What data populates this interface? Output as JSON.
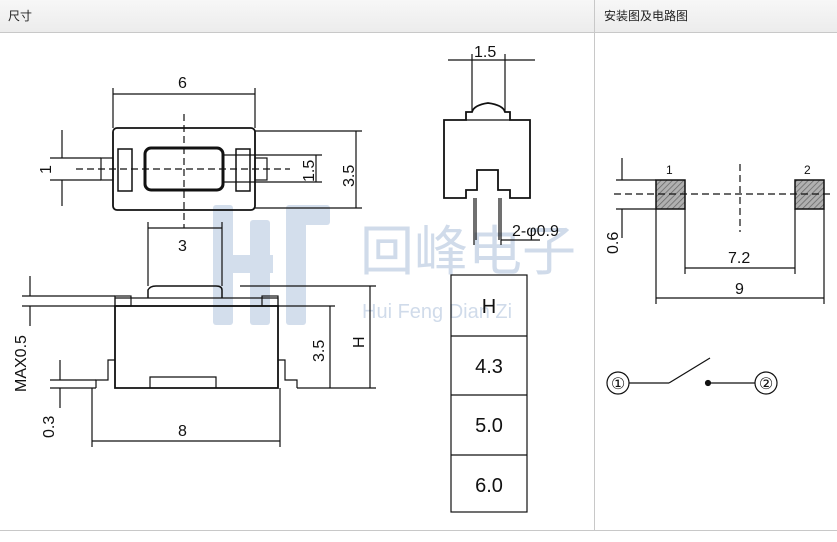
{
  "header": {
    "left_title": "尺寸",
    "right_title": "安装图及电路图"
  },
  "watermark": {
    "cn": "回峰电子",
    "pinyin": "Hui Feng Dian Zi"
  },
  "top_view": {
    "width": "6",
    "height": "3.5",
    "actuator": "1.5",
    "pin": "1"
  },
  "side_view": {
    "actuator": "3",
    "height": "3.5",
    "h": "H",
    "max": "MAX0.5",
    "foot": "0.3",
    "length": "8"
  },
  "end_view": {
    "width": "1.5",
    "holes": "2-φ0.9"
  },
  "h_table": {
    "rows": [
      "H",
      "4.3",
      "5.0",
      "6.0"
    ]
  },
  "pcb": {
    "pad1": "1",
    "pad2": "2",
    "pad_h": "0.6",
    "inner": "7.2",
    "outer": "9"
  },
  "circuit": {
    "t1": "①",
    "t2": "②"
  },
  "colors": {
    "line": "#111111",
    "watermark": "#c5d3e6",
    "pad": "#999999"
  }
}
